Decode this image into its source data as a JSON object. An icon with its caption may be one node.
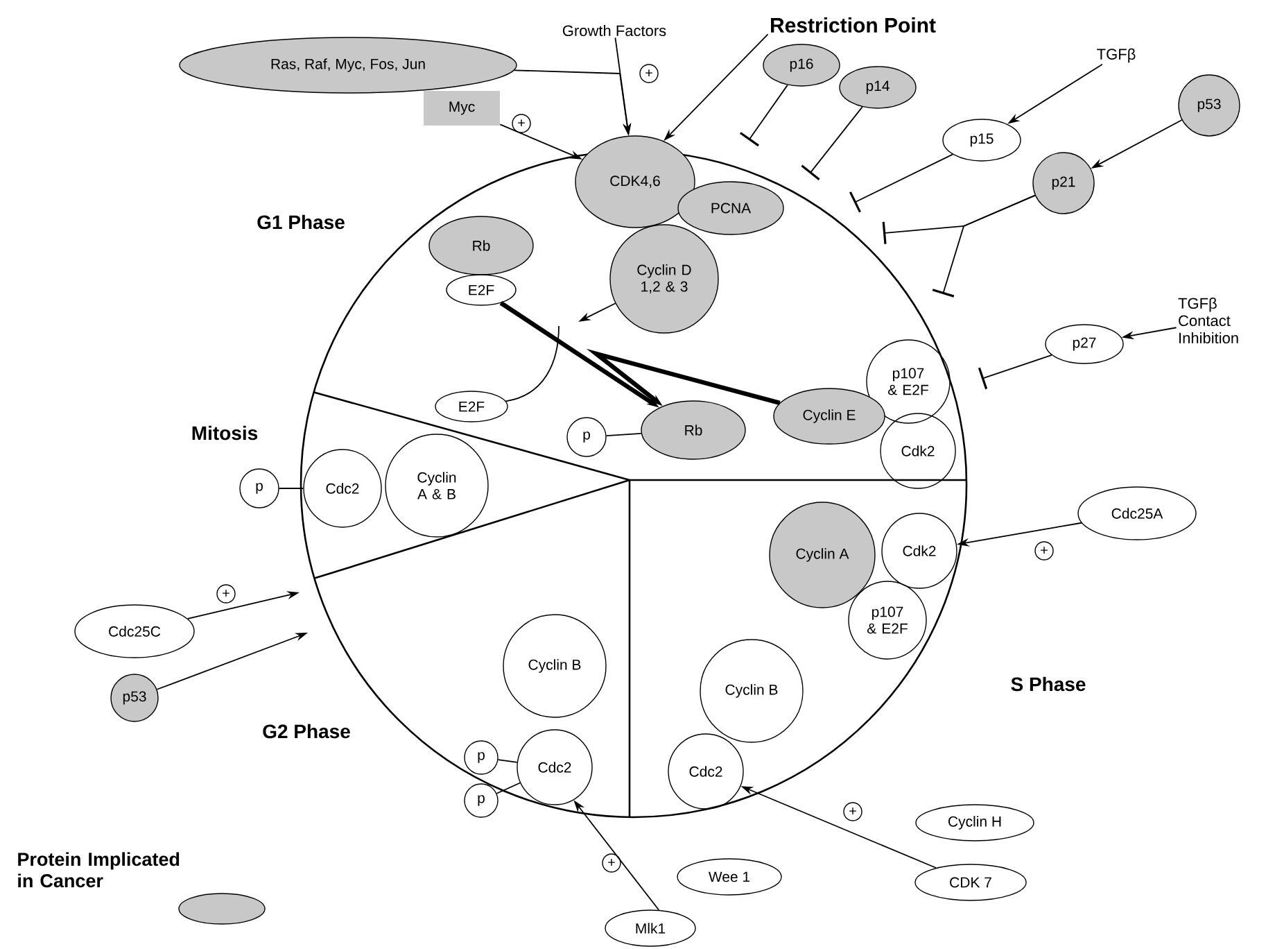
{
  "diagram": {
    "nodes": [
      {
        "text": [
          "Ras, Raf, Myc, Fos, Jun"
        ]
      },
      {
        "text": [
          "Myc"
        ]
      },
      {
        "text": [
          "Growth Factors"
        ]
      },
      {
        "text": [
          "Restriction Point"
        ]
      },
      {
        "text": [
          "p16"
        ]
      },
      {
        "text": [
          "TGFβ"
        ]
      },
      {
        "text": [
          "p14"
        ]
      },
      {
        "text": [
          "p53"
        ]
      },
      {
        "text": [
          "p15"
        ]
      },
      {
        "text": [
          "CDK4,6"
        ]
      },
      {
        "text": [
          "PCNA"
        ]
      },
      {
        "text": [
          "p21"
        ]
      },
      {
        "text": [
          "Rb"
        ]
      },
      {
        "text": [
          "Cyclin D 1,2 & 3"
        ]
      },
      {
        "text": [
          "E2F"
        ]
      },
      {
        "text": [
          "TGFβ Contact Inhibition"
        ]
      },
      {
        "text": [
          "p27"
        ]
      },
      {
        "text": [
          "p107 & E2F"
        ]
      },
      {
        "text": [
          "E2F"
        ]
      },
      {
        "text": [
          "Cyclin E"
        ]
      },
      {
        "text": [
          "Rb"
        ]
      },
      {
        "text": [
          "p"
        ]
      },
      {
        "text": [
          "Cdk2"
        ]
      },
      {
        "text": [
          "p"
        ]
      },
      {
        "text": [
          "Cdc2"
        ]
      },
      {
        "text": [
          "Cyclin A & B"
        ]
      },
      {
        "text": [
          "Cdc25A"
        ]
      },
      {
        "text": [
          "Cyclin A"
        ]
      },
      {
        "text": [
          "Cdk2"
        ]
      },
      {
        "text": [
          "p107 & E2F"
        ]
      },
      {
        "text": [
          "Cdc25C"
        ]
      },
      {
        "text": [
          "Cyclin B"
        ]
      },
      {
        "text": [
          "Cyclin B"
        ]
      },
      {
        "text": [
          "p53"
        ]
      },
      {
        "text": [
          "p"
        ]
      },
      {
        "text": [
          "Cdc2"
        ]
      },
      {
        "text": [
          "Cdc2"
        ]
      },
      {
        "text": [
          "p"
        ]
      },
      {
        "text": [
          "Cyclin H"
        ]
      },
      {
        "text": [
          "Wee 1"
        ]
      },
      {
        "text": [
          "CDK 7"
        ]
      },
      {
        "text": [
          "Mlk1"
        ]
      }
    ],
    "edges": [
      {
        "from": 0,
        "to": 9,
        "arrow": "to"
      },
      {
        "from": 2,
        "to": 9,
        "arrow": "to"
      },
      {
        "from": 1,
        "to": 9,
        "arrow": "to"
      },
      {
        "from": 3,
        "to": 9,
        "arrow": "to"
      },
      {
        "from": 4,
        "to": null,
        "arrow": "other"
      },
      {
        "from": 6,
        "to": null,
        "arrow": "other"
      },
      {
        "from": 5,
        "to": 8,
        "arrow": "to"
      },
      {
        "from": 7,
        "to": 11,
        "arrow": "to"
      },
      {
        "from": 8,
        "to": null,
        "arrow": "other"
      },
      {
        "from": 11,
        "to": null,
        "arrow": "other"
      },
      {
        "from": 11,
        "to": null,
        "arrow": "other"
      },
      {
        "from": 15,
        "to": 16,
        "arrow": "to"
      },
      {
        "from": 16,
        "to": null,
        "arrow": "other"
      },
      {
        "from": 14,
        "to": 20,
        "arrow": "to",
        "style": "thick"
      },
      {
        "from": 13,
        "to": null,
        "arrow": "to"
      },
      {
        "from": 18,
        "to": null,
        "arrow": "none"
      },
      {
        "from": 19,
        "to": 20,
        "arrow": "to",
        "style": "thick"
      },
      {
        "from": 21,
        "to": 20,
        "arrow": "none"
      },
      {
        "from": 23,
        "to": 24,
        "arrow": "none"
      },
      {
        "from": 26,
        "to": 28,
        "arrow": "to"
      },
      {
        "from": 30,
        "to": null,
        "arrow": "to"
      },
      {
        "from": 33,
        "to": null,
        "arrow": "to"
      },
      {
        "from": 34,
        "to": 35,
        "arrow": "none"
      },
      {
        "from": 37,
        "to": 35,
        "arrow": "none"
      },
      {
        "from": 41,
        "to": 35,
        "arrow": "to"
      },
      {
        "from": 40,
        "to": 36,
        "arrow": "to"
      }
    ],
    "labels": [
      "+",
      "+",
      "G1 Phase",
      "Mitosis",
      "+",
      "+",
      "S Phase",
      "G2 Phase",
      "+",
      "+"
    ],
    "legend": [
      {
        "text": "Protein Implicated in Cancer",
        "color": "#c8c8c8"
      }
    ]
  }
}
